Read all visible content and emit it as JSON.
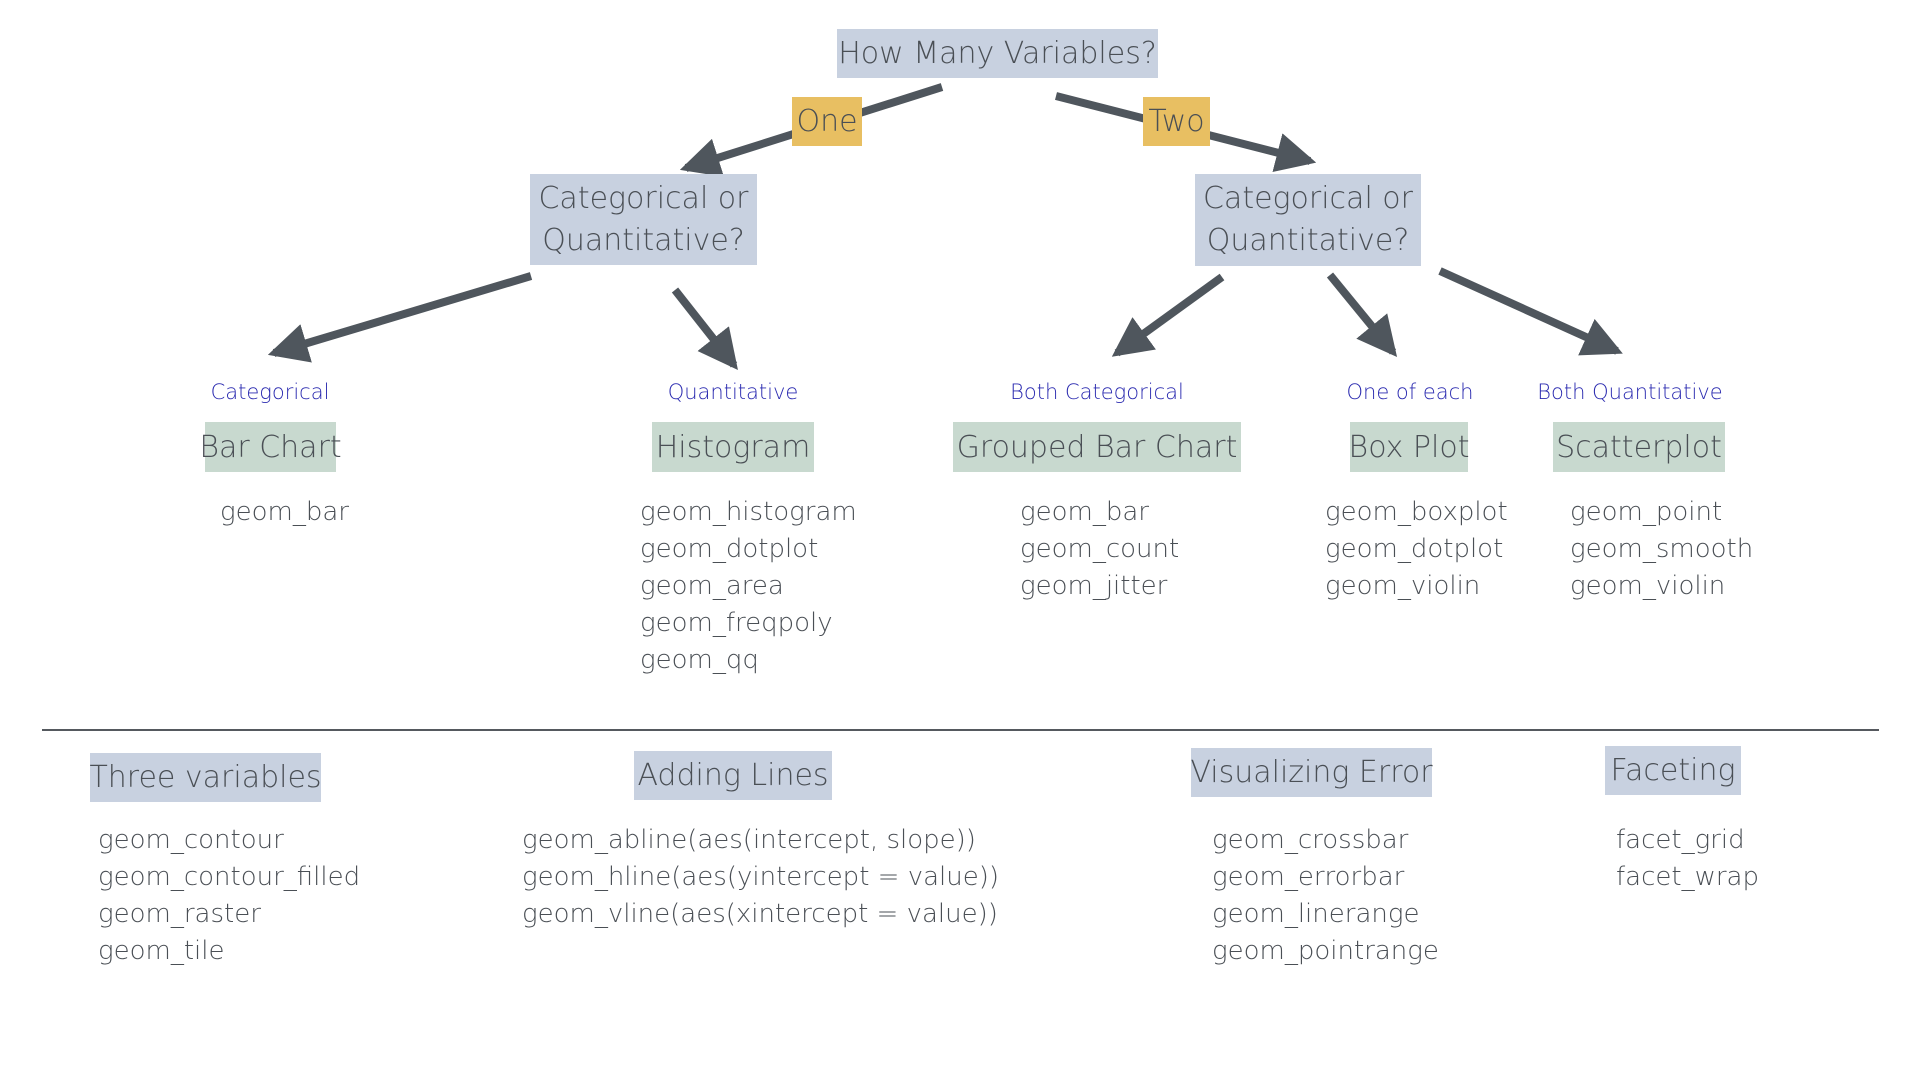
{
  "colors": {
    "question_box": "#c8d1e0",
    "branch_box": "#e8bf62",
    "chart_box": "#c8d9cf",
    "category_label": "#2b2bb0",
    "text": "#4a4f55",
    "arrow": "#4f565d"
  },
  "root": {
    "label": "How Many Variables?"
  },
  "branches": {
    "one": {
      "label": "One"
    },
    "two": {
      "label": "Two"
    }
  },
  "questions": {
    "left": {
      "line1": "Categorical or",
      "line2": "Quantitative?"
    },
    "right": {
      "line1": "Categorical or",
      "line2": "Quantitative?"
    }
  },
  "leaves": [
    {
      "category": "Categorical",
      "chart": "Bar Chart",
      "geoms": [
        "geom_bar"
      ]
    },
    {
      "category": "Quantitative",
      "chart": "Histogram",
      "geoms": [
        "geom_histogram",
        "geom_dotplot",
        "geom_area",
        "geom_freqpoly",
        "geom_qq"
      ]
    },
    {
      "category": "Both Categorical",
      "chart": "Grouped Bar Chart",
      "geoms": [
        "geom_bar",
        "geom_count",
        "geom_jitter"
      ]
    },
    {
      "category": "One of each",
      "chart": "Box Plot",
      "geoms": [
        "geom_boxplot",
        "geom_dotplot",
        "geom_violin"
      ]
    },
    {
      "category": "Both Quantitative",
      "chart": "Scatterplot",
      "geoms": [
        "geom_point",
        "geom_smooth",
        "geom_violin"
      ]
    }
  ],
  "extras": [
    {
      "title": "Three variables",
      "items": [
        "geom_contour",
        "geom_contour_filled",
        "geom_raster",
        "geom_tile"
      ]
    },
    {
      "title": "Adding Lines",
      "items": [
        "geom_abline(aes(intercept, slope))",
        "geom_hline(aes(yintercept = value))",
        "geom_vline(aes(xintercept = value))"
      ]
    },
    {
      "title": "Visualizing Error",
      "items": [
        "geom_crossbar",
        "geom_errorbar",
        "geom_linerange",
        "geom_pointrange"
      ]
    },
    {
      "title": "Faceting",
      "items": [
        "facet_grid",
        "facet_wrap"
      ]
    }
  ],
  "edges": [
    {
      "from": "root",
      "to": "questions.left",
      "label": "One"
    },
    {
      "from": "root",
      "to": "questions.right",
      "label": "Two"
    },
    {
      "from": "questions.left",
      "to": "Bar Chart"
    },
    {
      "from": "questions.left",
      "to": "Histogram"
    },
    {
      "from": "questions.right",
      "to": "Grouped Bar Chart"
    },
    {
      "from": "questions.right",
      "to": "Box Plot"
    },
    {
      "from": "questions.right",
      "to": "Scatterplot"
    }
  ]
}
